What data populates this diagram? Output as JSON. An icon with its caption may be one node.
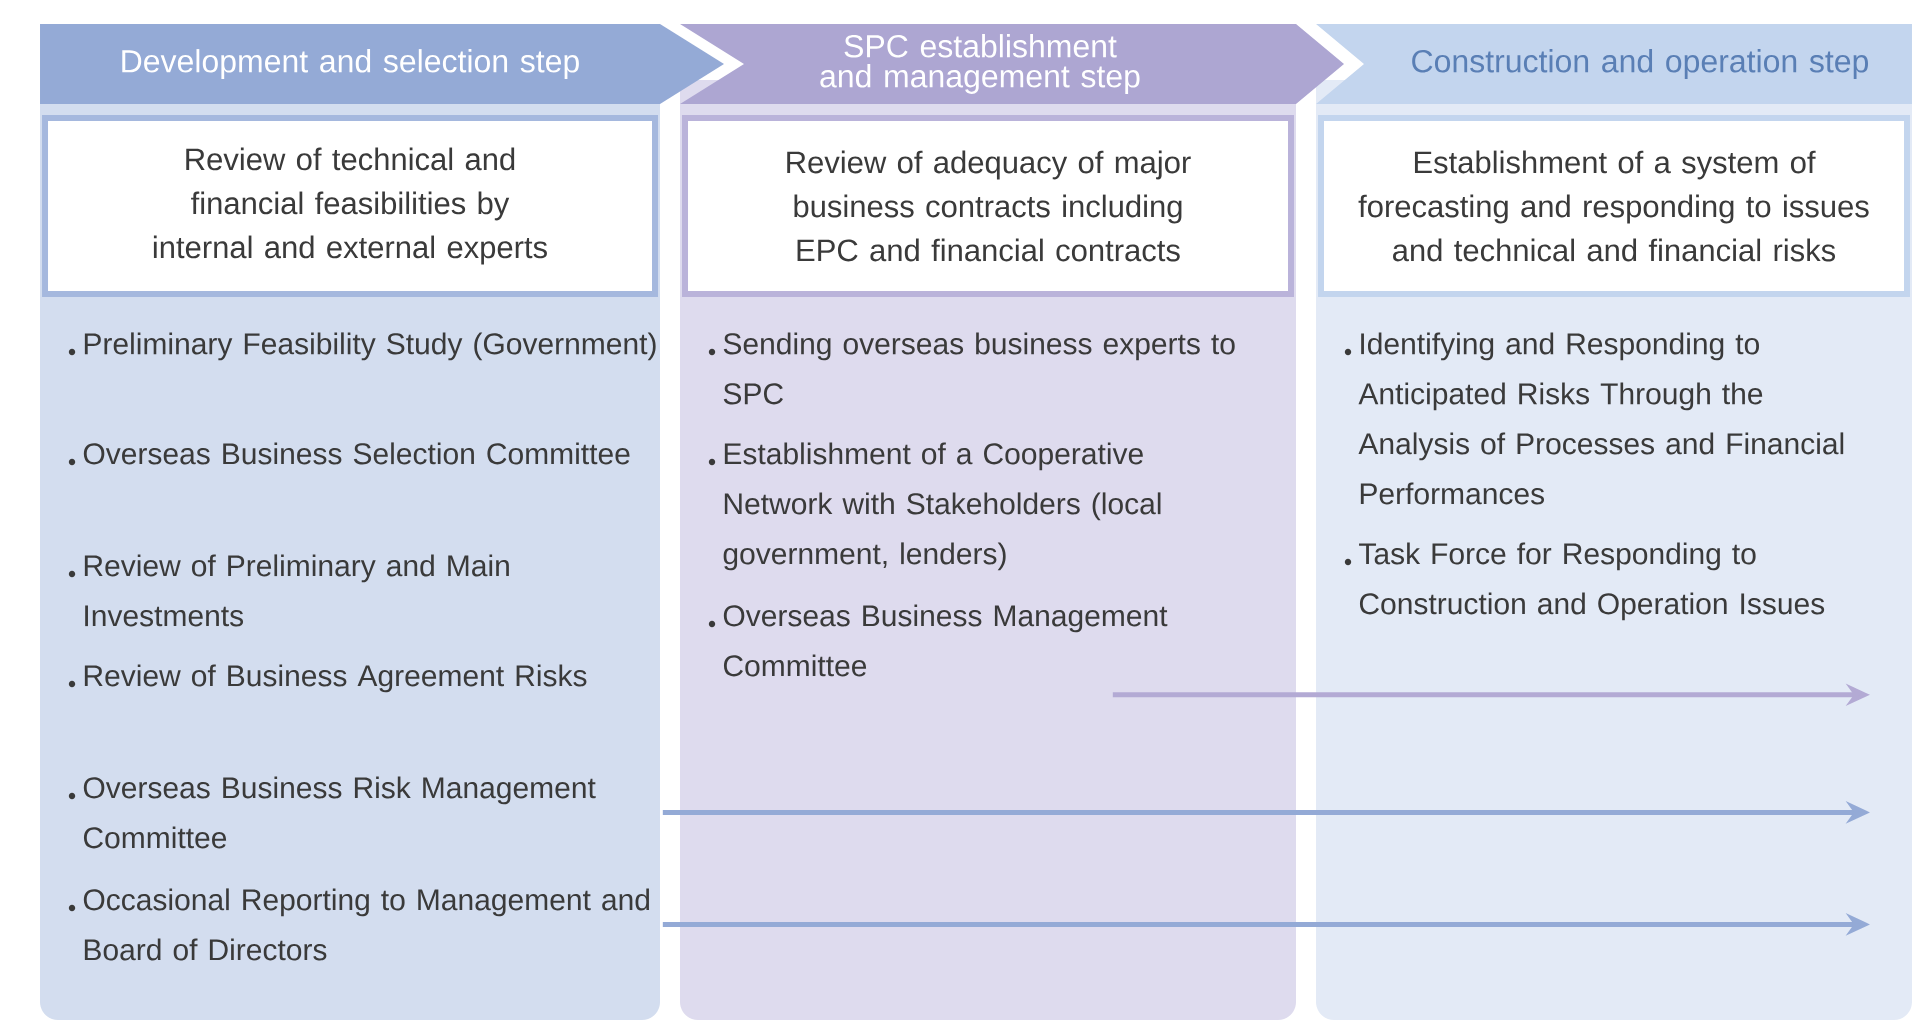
{
  "diagram": {
    "nodes": [
      {
        "text": [
          "Development and selection step"
        ]
      },
      {
        "text": [
          "Review of technical and financial feasibilities by internal and external experts"
        ]
      },
      {
        "text": [
          "Preliminary Feasibility Study (Government)"
        ]
      },
      {
        "text": [
          "Overseas Business Selection Committee"
        ]
      },
      {
        "text": [
          "Review of Preliminary and Main Investments"
        ]
      },
      {
        "text": [
          "Review of Business Agreement Risks"
        ]
      },
      {
        "text": [
          "Overseas Business Risk Management Committee"
        ]
      },
      {
        "text": [
          "Occasional Reporting to Management and Board of Directors"
        ]
      },
      {
        "text": [
          "SPC establishment and management step"
        ]
      },
      {
        "text": [
          "Review of adequacy of major business contracts including EPC and financial contracts"
        ]
      },
      {
        "text": [
          "Sending overseas business experts to SPC"
        ]
      },
      {
        "text": [
          "Establishment of a Cooperative Network with Stakeholders (local government, lenders)"
        ]
      },
      {
        "text": [
          "Overseas Business Management Committee"
        ]
      },
      {
        "text": [
          "Construction and operation step"
        ]
      },
      {
        "text": [
          "Establishment of a system of forecasting and responding to issues and technical and financial risks"
        ]
      },
      {
        "text": [
          "Identifying and Responding to Anticipated Risks Through the Analysis of Processes and Financial Performances"
        ]
      },
      {
        "text": [
          "Task Force for Responding to Construction and Operation Issues"
        ]
      }
    ],
    "edges": [
      {
        "from": 12,
        "to": null,
        "arrow": "to",
        "color": "#b3aad4"
      },
      {
        "from": 6,
        "to": null,
        "arrow": "to"
      },
      {
        "from": 7,
        "to": null,
        "arrow": "to"
      }
    ]
  }
}
